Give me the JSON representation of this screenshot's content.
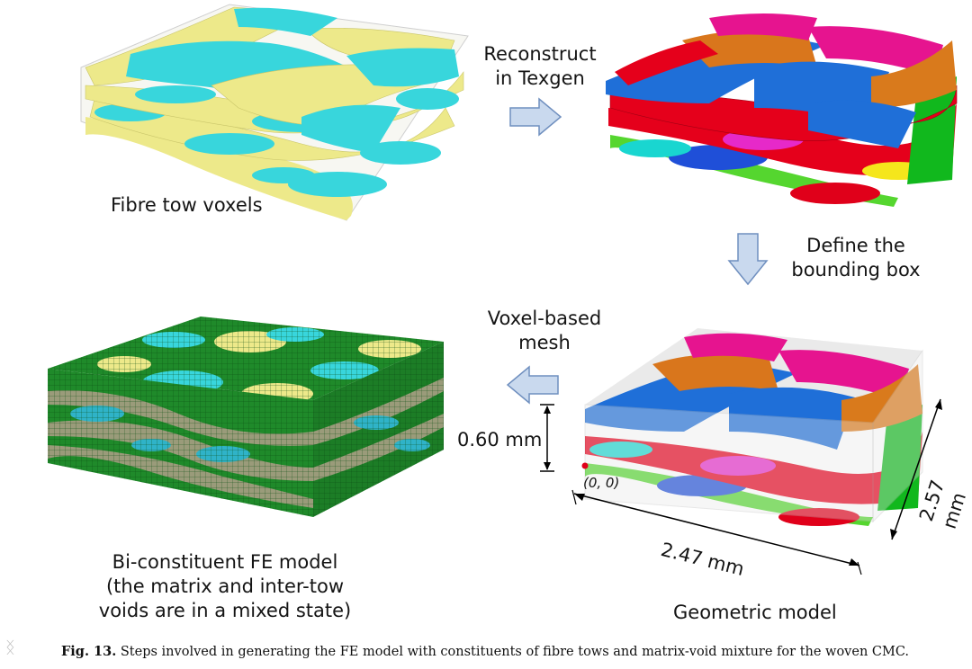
{
  "labels": {
    "fibre_tow_voxels": "Fibre tow voxels",
    "reconstruct_l1": "Reconstruct",
    "reconstruct_l2": "in Texgen",
    "define_l1": "Define the",
    "define_l2": "bounding box",
    "voxel_l1": "Voxel-based",
    "voxel_l2": "mesh",
    "fe_l1": "Bi-constituent FE model",
    "fe_l2": "(the matrix and inter-tow",
    "fe_l3": "voids are in a mixed state)",
    "geometric_model": "Geometric model"
  },
  "dimensions": {
    "height": "0.60 mm",
    "length_x": "2.47 mm",
    "length_y": "2.57 mm",
    "origin": "(0, 0)"
  },
  "caption": {
    "fig": "Fig. 13.",
    "text": "Steps involved in generating the FE model with constituents of fibre tows and matrix-void mixture for the woven CMC."
  },
  "colors": {
    "yellow_tow": "#ede98a",
    "cyan_tow": "#38d6dc",
    "mesh_green": "#1f8a2a",
    "arrow_fill": "#c9d9ee",
    "arrow_stroke": "#6f8fbf"
  }
}
